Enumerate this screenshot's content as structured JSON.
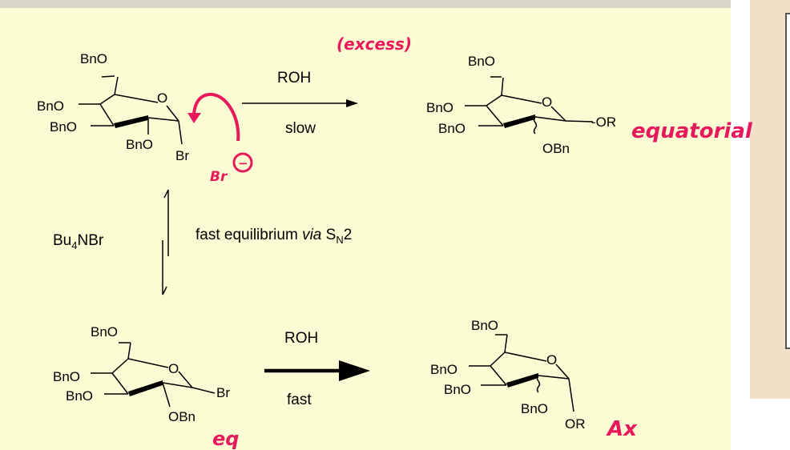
{
  "reagents": {
    "top_reagent": "ROH",
    "top_condition": "slow",
    "bottom_reagent": "ROH",
    "bottom_condition": "fast",
    "catalyst": "Bu",
    "catalyst_sub": "4",
    "catalyst_tail": "NBr",
    "equilibrium_text": "fast equilibrium ",
    "equilibrium_via": "via",
    "equilibrium_sn": " S",
    "equilibrium_sub": "N",
    "equilibrium_tail": "2"
  },
  "labels": {
    "bno": "BnO",
    "obn": "OBn",
    "o": "O",
    "br": "Br",
    "or": "OR",
    "or_dash": "-OR"
  },
  "annotations": {
    "excess": "(excess)",
    "bromide_br": "Br",
    "minus": "−",
    "equatorial": "equatorial",
    "eq": "eq",
    "ax": "Ax"
  },
  "colors": {
    "panel": "#fcfcd4",
    "ink": "#000000",
    "handwriting": "#e8185c"
  }
}
